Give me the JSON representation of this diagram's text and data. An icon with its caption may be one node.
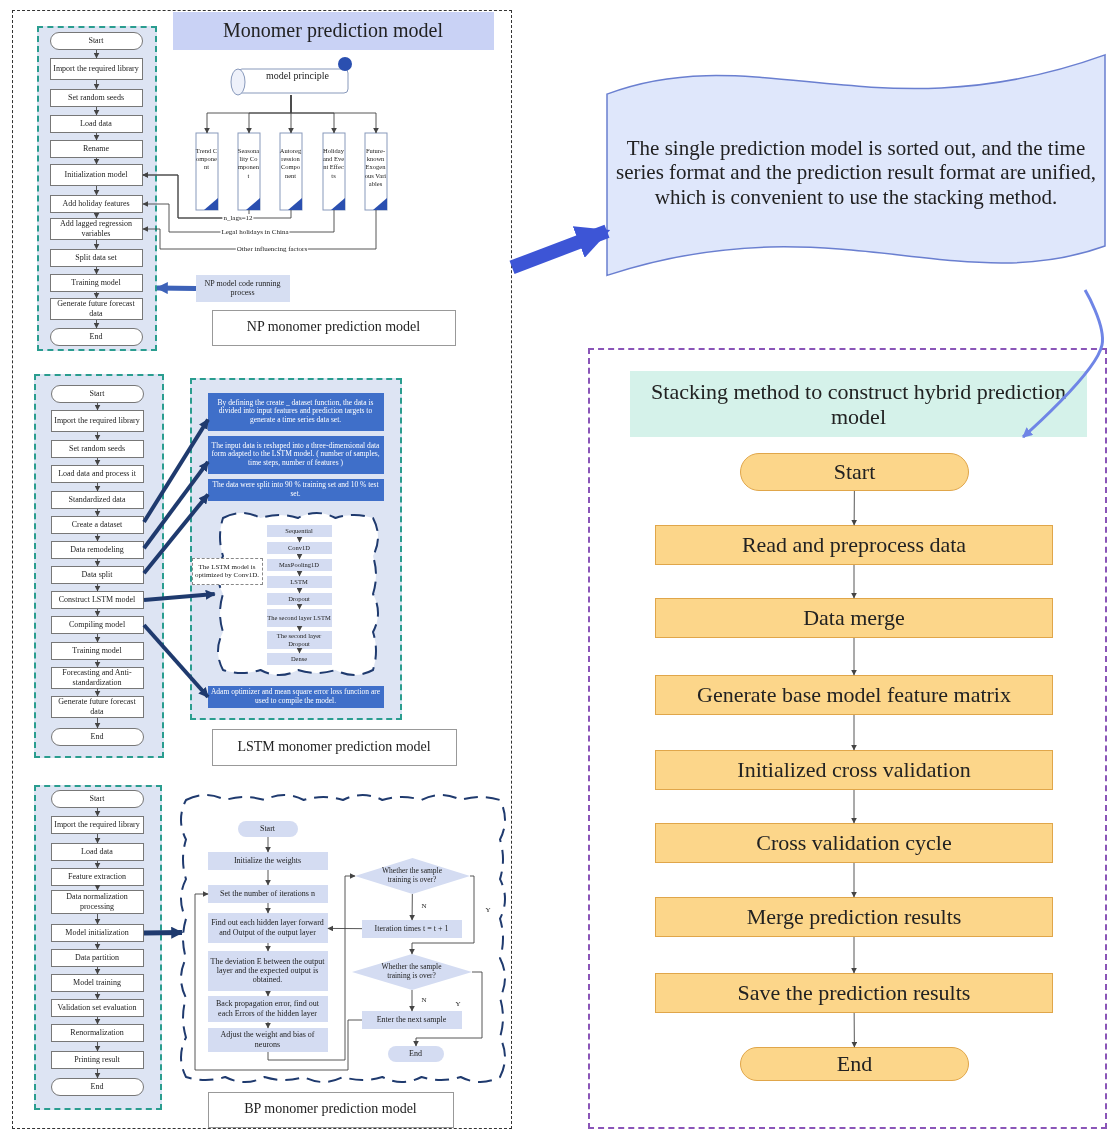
{
  "diagram": {
    "nodes": [
      {
        "text": [],
        "shape": "box"
      },
      {
        "text": [
          "Monomer prediction model"
        ],
        "in": 0
      },
      {
        "text": [],
        "shape": "box",
        "in": 0
      },
      {
        "text": [
          "Start"
        ],
        "in": 2
      },
      {
        "text": [
          "Import the required library"
        ],
        "in": 2
      },
      {
        "text": [
          "Set random seeds"
        ],
        "in": 2
      },
      {
        "text": [
          "Load data"
        ],
        "in": 2
      },
      {
        "text": [
          "Rename"
        ],
        "in": 2
      },
      {
        "text": [
          "Initialization model"
        ],
        "in": 2
      },
      {
        "text": [
          "Add holiday features"
        ],
        "in": 2
      },
      {
        "text": [
          "Add lagged regression variables"
        ],
        "in": 2
      },
      {
        "text": [
          "Split data set"
        ],
        "in": 2
      },
      {
        "text": [
          "Training model"
        ],
        "in": 2
      },
      {
        "text": [
          "Generate future forecast data"
        ],
        "in": 2
      },
      {
        "text": [
          "End"
        ],
        "in": 2
      },
      {
        "text": [
          "model principle"
        ],
        "in": 0
      },
      {
        "text": [
          "Trend Component"
        ],
        "in": 0
      },
      {
        "text": [
          "Seasonality Component"
        ],
        "in": 0
      },
      {
        "text": [
          "Autoregression Component"
        ],
        "in": 0
      },
      {
        "text": [
          "Holiday and Event Effects"
        ],
        "in": 0
      },
      {
        "text": [
          "Future-known Exogenous Variables"
        ],
        "in": 0
      },
      {
        "text": [
          "NP model code running process"
        ],
        "in": 0
      },
      {
        "text": [
          "NP monomer prediction model"
        ],
        "in": 0
      },
      {
        "text": [],
        "shape": "box",
        "in": 0
      },
      {
        "text": [
          "Start"
        ],
        "in": 23
      },
      {
        "text": [
          "Import the required library"
        ],
        "in": 23
      },
      {
        "text": [
          "Set random seeds"
        ],
        "in": 23
      },
      {
        "text": [
          "Load data and process it"
        ],
        "in": 23
      },
      {
        "text": [
          "Standardized data"
        ],
        "in": 23
      },
      {
        "text": [
          "Create a dataset"
        ],
        "in": 23
      },
      {
        "text": [
          "Data remodeling"
        ],
        "in": 23
      },
      {
        "text": [
          "Data split"
        ],
        "in": 23
      },
      {
        "text": [
          "Construct LSTM model"
        ],
        "in": 23
      },
      {
        "text": [
          "Compiling model"
        ],
        "in": 23
      },
      {
        "text": [
          "Training model"
        ],
        "in": 23
      },
      {
        "text": [
          "Forecasting and Anti-standardization"
        ],
        "in": 23
      },
      {
        "text": [
          "Generate future forecast data"
        ],
        "in": 23
      },
      {
        "text": [
          "End"
        ],
        "in": 23
      },
      {
        "text": [],
        "shape": "box",
        "in": 0
      },
      {
        "text": [
          "By defining the create _ dataset function, the data is divided into input features and prediction targets to generate a time series data set."
        ],
        "in": 38
      },
      {
        "text": [
          "The input data is reshaped into a three-dimensional data form adapted to the LSTM model. ( number of samples, time steps, number of features )"
        ],
        "in": 38
      },
      {
        "text": [
          "The data were split into 90 % training set and 10 % test set."
        ],
        "in": 38
      },
      {
        "text": [],
        "shape": "cloud",
        "in": 38
      },
      {
        "text": [
          "Sequential"
        ],
        "in": 42
      },
      {
        "text": [
          "Conv1D"
        ],
        "in": 42
      },
      {
        "text": [
          "MaxPooling1D"
        ],
        "in": 42
      },
      {
        "text": [
          "LSTM"
        ],
        "in": 42
      },
      {
        "text": [
          "Dropout"
        ],
        "in": 42
      },
      {
        "text": [
          "The second layer LSTM"
        ],
        "in": 42
      },
      {
        "text": [
          "The second layer Dropout"
        ],
        "in": 42
      },
      {
        "text": [
          "Dense"
        ],
        "in": 42
      },
      {
        "text": [
          "The LSTM model is optimized by Conv1D."
        ],
        "in": 38
      },
      {
        "text": [
          "Adam optimizer and mean square error loss function are used to compile the model."
        ],
        "in": 38
      },
      {
        "text": [
          "LSTM monomer prediction model"
        ],
        "in": 0
      },
      {
        "text": [],
        "shape": "box",
        "in": 0
      },
      {
        "text": [
          "Start"
        ],
        "in": 54
      },
      {
        "text": [
          "Import the required library"
        ],
        "in": 54
      },
      {
        "text": [
          "Load data"
        ],
        "in": 54
      },
      {
        "text": [
          "Feature extraction"
        ],
        "in": 54
      },
      {
        "text": [
          "Data normalization processing"
        ],
        "in": 54
      },
      {
        "text": [
          "Model initialization"
        ],
        "in": 54
      },
      {
        "text": [
          "Data partition"
        ],
        "in": 54
      },
      {
        "text": [
          "Model training"
        ],
        "in": 54
      },
      {
        "text": [
          "Validation set evaluation"
        ],
        "in": 54
      },
      {
        "text": [
          "Renormalization"
        ],
        "in": 54
      },
      {
        "text": [
          "Printing result"
        ],
        "in": 54
      },
      {
        "text": [
          "End"
        ],
        "in": 54
      },
      {
        "text": [],
        "shape": "cloud",
        "in": 0
      },
      {
        "text": [
          "Start"
        ],
        "in": 67
      },
      {
        "text": [
          "Initialize the weights"
        ],
        "in": 67
      },
      {
        "text": [
          "Set the number of iterations n"
        ],
        "in": 67
      },
      {
        "text": [
          "Find out each hidden layer forward and Output of the output layer"
        ],
        "in": 67
      },
      {
        "text": [
          "The deviation E between the output layer and the expected output is obtained."
        ],
        "in": 67
      },
      {
        "text": [
          "Back propagation error, find out each Errors of the hidden layer"
        ],
        "in": 67
      },
      {
        "text": [
          "Adjust the weight and bias of neurons"
        ],
        "in": 67
      },
      {
        "text": [
          "Whether the sample training is over?"
        ],
        "in": 67
      },
      {
        "text": [
          "Iteration times t = t + 1"
        ],
        "in": 67
      },
      {
        "text": [
          "Whether the sample training is over?"
        ],
        "in": 67
      },
      {
        "text": [
          "Enter the next sample"
        ],
        "in": 67
      },
      {
        "text": [
          "End"
        ],
        "in": 67
      },
      {
        "text": [
          "BP monomer prediction model"
        ],
        "in": 0
      },
      {
        "text": [
          "The single prediction model is sorted out, and the time series format and the prediction result format are unified, which is convenient to use the stacking method."
        ]
      },
      {
        "text": [],
        "shape": "box"
      },
      {
        "text": [
          "Stacking method to construct hybrid prediction model"
        ],
        "in": 82
      },
      {
        "text": [
          "Start"
        ],
        "in": 82
      },
      {
        "text": [
          "Read and preprocess data"
        ],
        "in": 82
      },
      {
        "text": [
          "Data merge"
        ],
        "in": 82
      },
      {
        "text": [
          "Generate base model feature matrix"
        ],
        "in": 82
      },
      {
        "text": [
          "Initialized cross validation"
        ],
        "in": 82
      },
      {
        "text": [
          "Cross validation cycle"
        ],
        "in": 82
      },
      {
        "text": [
          "Merge prediction results"
        ],
        "in": 82
      },
      {
        "text": [
          "Save the prediction results"
        ],
        "in": 82
      },
      {
        "text": [
          "End"
        ],
        "in": 82
      }
    ],
    "edges": [
      {
        "from": 3,
        "to": 4,
        "arrow": "to"
      },
      {
        "from": 4,
        "to": 5,
        "arrow": "to"
      },
      {
        "from": 5,
        "to": 6,
        "arrow": "to"
      },
      {
        "from": 6,
        "to": 7,
        "arrow": "to"
      },
      {
        "from": 7,
        "to": 8,
        "arrow": "to"
      },
      {
        "from": 8,
        "to": 9,
        "arrow": "to"
      },
      {
        "from": 9,
        "to": 10,
        "arrow": "to"
      },
      {
        "from": 10,
        "to": 11,
        "arrow": "to"
      },
      {
        "from": 11,
        "to": 12,
        "arrow": "to"
      },
      {
        "from": 12,
        "to": 13,
        "arrow": "to"
      },
      {
        "from": 13,
        "to": 14,
        "arrow": "to"
      },
      {
        "from": 15,
        "to": 16,
        "arrow": "to"
      },
      {
        "from": 15,
        "to": 17,
        "arrow": "to"
      },
      {
        "from": 15,
        "to": 18,
        "arrow": "to"
      },
      {
        "from": 15,
        "to": 19,
        "arrow": "to"
      },
      {
        "from": 15,
        "to": 20,
        "arrow": "to"
      },
      {
        "from": 17,
        "to": 8,
        "arrow": "to"
      },
      {
        "from": 18,
        "to": 8,
        "arrow": "to",
        "label": "n_lags=12"
      },
      {
        "from": 19,
        "to": 9,
        "arrow": "to",
        "label": "Legal holidays in China"
      },
      {
        "from": 20,
        "to": 10,
        "arrow": "to",
        "label": "Other influencing factors"
      },
      {
        "from": 21,
        "to": 2,
        "arrow": "to",
        "style": "thick",
        "color": "#3d62b8"
      },
      {
        "from": 24,
        "to": 25,
        "arrow": "to"
      },
      {
        "from": 25,
        "to": 26,
        "arrow": "to"
      },
      {
        "from": 26,
        "to": 27,
        "arrow": "to"
      },
      {
        "from": 27,
        "to": 28,
        "arrow": "to"
      },
      {
        "from": 28,
        "to": 29,
        "arrow": "to"
      },
      {
        "from": 29,
        "to": 30,
        "arrow": "to"
      },
      {
        "from": 30,
        "to": 31,
        "arrow": "to"
      },
      {
        "from": 31,
        "to": 32,
        "arrow": "to"
      },
      {
        "from": 32,
        "to": 33,
        "arrow": "to"
      },
      {
        "from": 33,
        "to": 34,
        "arrow": "to"
      },
      {
        "from": 34,
        "to": 35,
        "arrow": "to"
      },
      {
        "from": 35,
        "to": 36,
        "arrow": "to"
      },
      {
        "from": 36,
        "to": 37,
        "arrow": "to"
      },
      {
        "from": 29,
        "to": 39,
        "arrow": "to",
        "style": "thick",
        "color": "#1f3a6e"
      },
      {
        "from": 30,
        "to": 40,
        "arrow": "to",
        "style": "thick",
        "color": "#1f3a6e"
      },
      {
        "from": 31,
        "to": 41,
        "arrow": "to",
        "style": "thick",
        "color": "#1f3a6e"
      },
      {
        "from": 32,
        "to": 42,
        "arrow": "to",
        "style": "thick",
        "color": "#1f3a6e"
      },
      {
        "from": 33,
        "to": 52,
        "arrow": "to",
        "style": "thick",
        "color": "#1f3a6e"
      },
      {
        "from": 43,
        "to": 44,
        "arrow": "to"
      },
      {
        "from": 44,
        "to": 45,
        "arrow": "to"
      },
      {
        "from": 45,
        "to": 46,
        "arrow": "to"
      },
      {
        "from": 46,
        "to": 47,
        "arrow": "to"
      },
      {
        "from": 47,
        "to": 48,
        "arrow": "to"
      },
      {
        "from": 48,
        "to": 49,
        "arrow": "to"
      },
      {
        "from": 49,
        "to": 50,
        "arrow": "to"
      },
      {
        "from": 55,
        "to": 56,
        "arrow": "to"
      },
      {
        "from": 56,
        "to": 57,
        "arrow": "to"
      },
      {
        "from": 57,
        "to": 58,
        "arrow": "to"
      },
      {
        "from": 58,
        "to": 59,
        "arrow": "to"
      },
      {
        "from": 59,
        "to": 60,
        "arrow": "to"
      },
      {
        "from": 60,
        "to": 61,
        "arrow": "to"
      },
      {
        "from": 61,
        "to": 62,
        "arrow": "to"
      },
      {
        "from": 62,
        "to": 63,
        "arrow": "to"
      },
      {
        "from": 63,
        "to": 64,
        "arrow": "to"
      },
      {
        "from": 64,
        "to": 65,
        "arrow": "to"
      },
      {
        "from": 65,
        "to": 66,
        "arrow": "to"
      },
      {
        "from": 60,
        "to": 67,
        "arrow": "to",
        "style": "thick",
        "color": "#1f3a6e"
      },
      {
        "from": 68,
        "to": 69,
        "arrow": "to"
      },
      {
        "from": 69,
        "to": 70,
        "arrow": "to"
      },
      {
        "from": 70,
        "to": 71,
        "arrow": "to"
      },
      {
        "from": 71,
        "to": 72,
        "arrow": "to"
      },
      {
        "from": 72,
        "to": 73,
        "arrow": "to"
      },
      {
        "from": 73,
        "to": 74,
        "arrow": "to"
      },
      {
        "from": 74,
        "to": 75,
        "arrow": "to"
      },
      {
        "from": 75,
        "to": 76,
        "arrow": "to",
        "label": "N"
      },
      {
        "from": 76,
        "to": 71,
        "arrow": "to"
      },
      {
        "from": 75,
        "to": 77,
        "arrow": "to",
        "label": "Y"
      },
      {
        "from": 77,
        "to": 78,
        "arrow": "to",
        "label": "N"
      },
      {
        "from": 77,
        "to": 79,
        "arrow": "to",
        "label": "Y"
      },
      {
        "from": 78,
        "to": 70,
        "arrow": "to"
      },
      {
        "from": 0,
        "to": 81,
        "arrow": "to",
        "style": "thick",
        "color": "#3d55d6"
      },
      {
        "from": 81,
        "to": 83,
        "arrow": "to",
        "style": "thick",
        "color": "#6f85e6"
      },
      {
        "from": 84,
        "to": 85,
        "arrow": "to"
      },
      {
        "from": 85,
        "to": 86,
        "arrow": "to"
      },
      {
        "from": 86,
        "to": 87,
        "arrow": "to"
      },
      {
        "from": 87,
        "to": 88,
        "arrow": "to"
      },
      {
        "from": 88,
        "to": 89,
        "arrow": "to"
      },
      {
        "from": 89,
        "to": 90,
        "arrow": "to"
      },
      {
        "from": 90,
        "to": 91,
        "arrow": "to"
      },
      {
        "from": 91,
        "to": 92,
        "arrow": "to"
      }
    ]
  }
}
